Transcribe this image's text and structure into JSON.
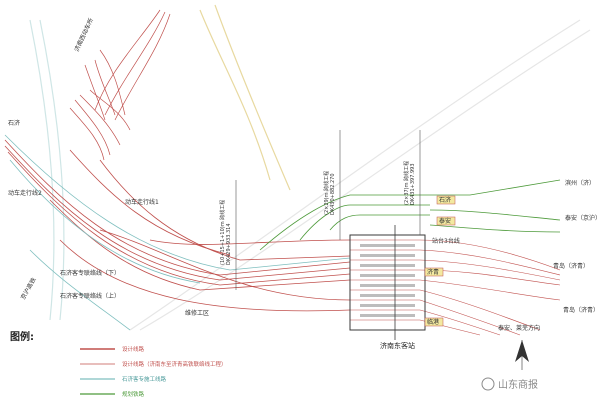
{
  "labels": {
    "depot_north": "济南西动车所",
    "depot_entry": "动车走行线2",
    "line_cn": "石济",
    "line_west": "京沪高铁",
    "line_up": "石济客专联络线（下）",
    "line_dn": "石济客专联络线（上）",
    "line_walk": "动车走行线1",
    "depot_south": "维修工区",
    "station": "济南东客站",
    "platform_note": "站台3台线",
    "right_1": "滨州（济）",
    "right_2": "泰安（京沪）",
    "right_3": "青岛（济青）",
    "right_4": "泰安、莱芜方向",
    "right_5": "青岛（济青）",
    "boxes": [
      "石济",
      "泰安",
      "济青",
      "临港"
    ],
    "kms": [
      "DK429+933.314",
      "DK430+882.270",
      "DK431+397.993"
    ],
    "kms_b": [
      "(10+15+1+10)m 跨线工程",
      "(2×29)m 跨线工程",
      "(2×37)m 跨线工程"
    ]
  },
  "legend": {
    "title": "图例:",
    "items": [
      {
        "label": "设计线路",
        "color": "#c0504d"
      },
      {
        "label": "设计线路（济南东至济青高铁联络线工程）",
        "color": "#c0504d"
      },
      {
        "label": "石济客专施工线路",
        "color": "#7fbfbf"
      },
      {
        "label": "规划铁路",
        "color": "#4d9a3a"
      }
    ]
  },
  "watermark": "山东商报",
  "colors": {
    "design": "#c0504d",
    "existing": "#7fbfbf",
    "planned": "#4d9a3a",
    "road": "#e8d9a0",
    "station": "#3a3a3a"
  }
}
